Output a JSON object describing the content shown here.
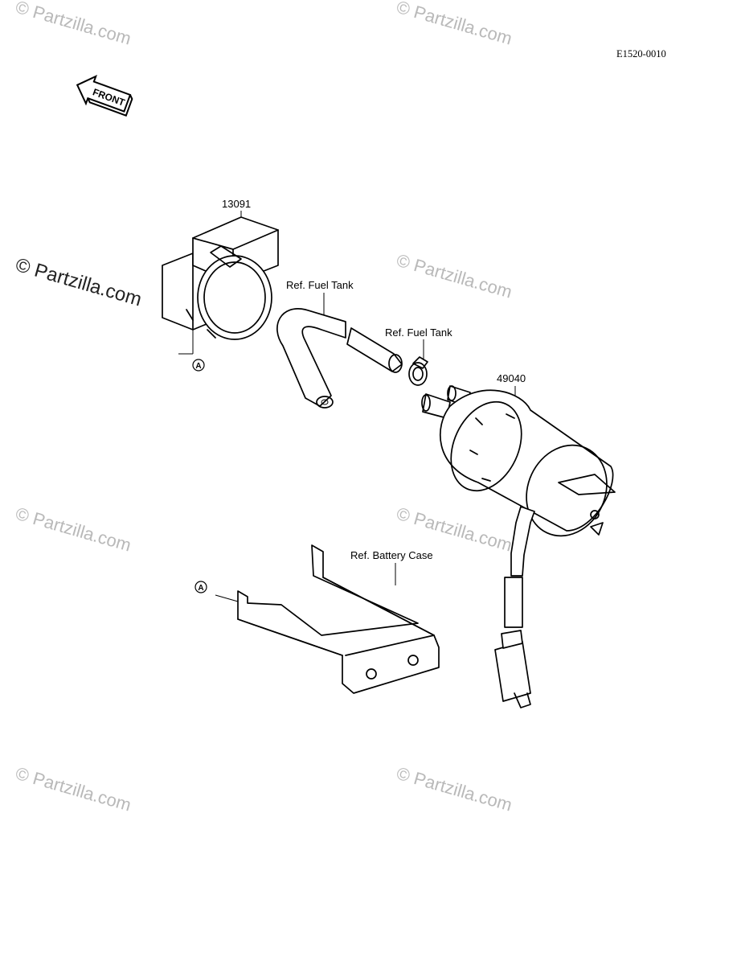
{
  "diagram": {
    "code": "E1520-0010",
    "front_label": "FRONT",
    "ref_marker": "A",
    "parts": [
      {
        "number": "13091"
      },
      {
        "number": "49040"
      }
    ],
    "references": [
      {
        "label": "Ref. Fuel Tank"
      },
      {
        "label": "Ref. Fuel Tank"
      },
      {
        "label": "Ref. Battery Case"
      }
    ],
    "watermark": "© Partzilla.com"
  }
}
